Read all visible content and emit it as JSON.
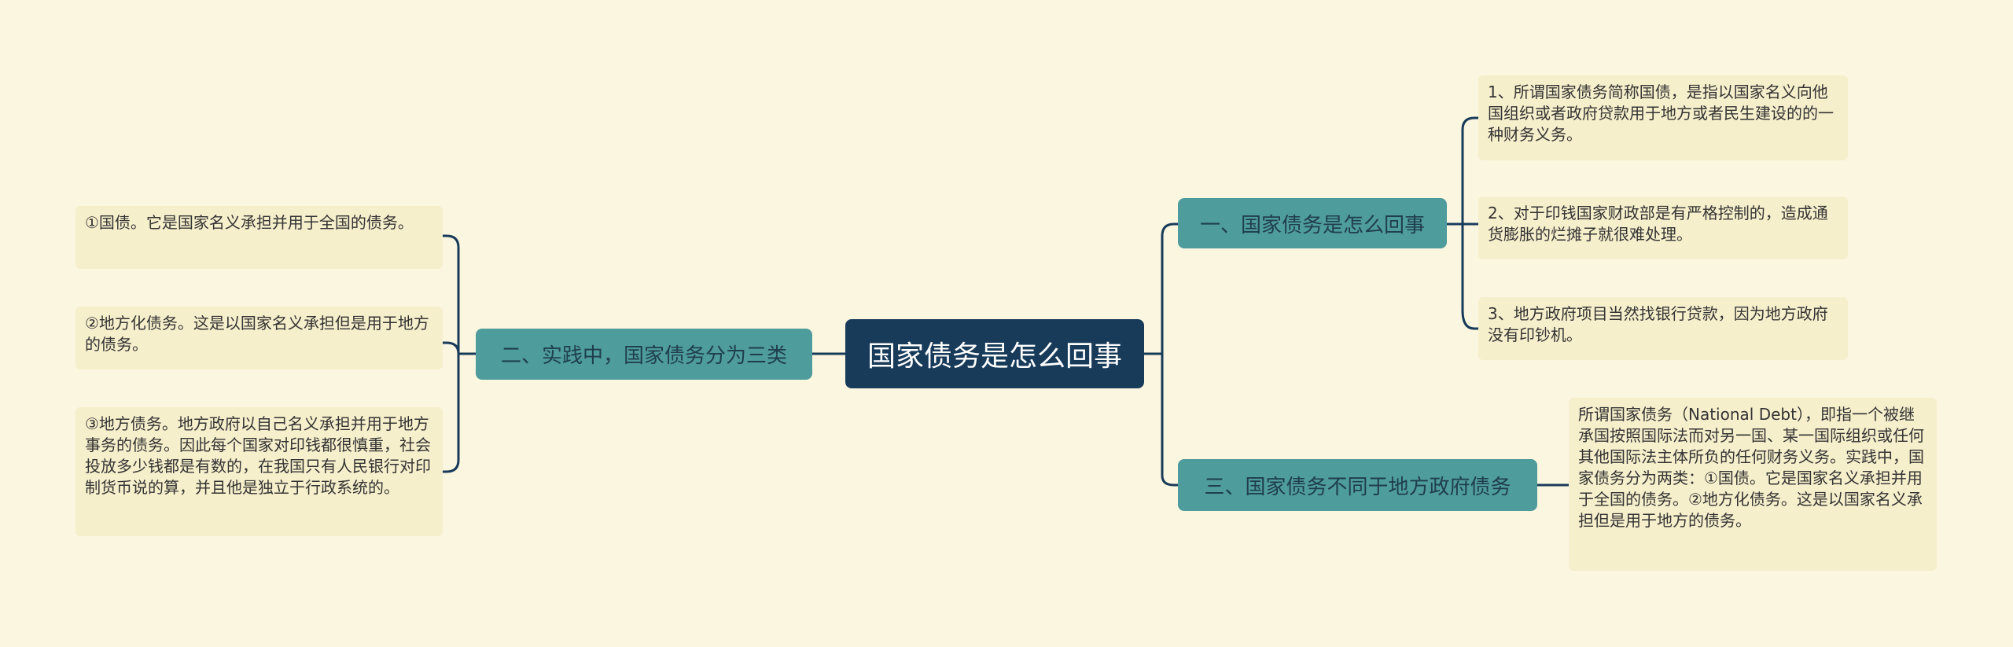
{
  "root": {
    "label": "国家债务是怎么回事"
  },
  "branches": [
    {
      "label": "一、国家债务是怎么回事",
      "leaves": [
        "1、所谓国家债务简称国债，是指以国家名义向他国组织或者政府贷款用于地方或者民生建设的的一种财务义务。",
        "2、对于印钱国家财政部是有严格控制的，造成通货膨胀的烂摊子就很难处理。",
        "3、地方政府项目当然找银行贷款，因为地方政府没有印钞机。"
      ]
    },
    {
      "label": "二、实践中，国家债务分为三类",
      "leaves": [
        "①国债。它是国家名义承担并用于全国的债务。",
        "②地方化债务。这是以国家名义承担但是用于地方的债务。",
        "③地方债务。地方政府以自己名义承担并用于地方事务的债务。因此每个国家对印钱都很慎重，社会投放多少钱都是有数的，在我国只有人民银行对印制货币说的算，并且他是独立于行政系统的。"
      ]
    },
    {
      "label": "三、国家债务不同于地方政府债务",
      "leaves": [
        "所谓国家债务（National Debt），即指一个被继承国按照国际法而对另一国、某一国际组织或任何其他国际法主体所负的任何财务义务。实践中，国家债务分为两类：①国债。它是国家名义承担并用于全国的债务。②地方化债务。这是以国家名义承担但是用于地方的债务。"
      ]
    }
  ],
  "colors": {
    "background": "#fbf6e0",
    "root": "#183b5a",
    "branch": "#4f9c9c",
    "leaf": "#f6efcc",
    "connector": "#183b5a"
  }
}
